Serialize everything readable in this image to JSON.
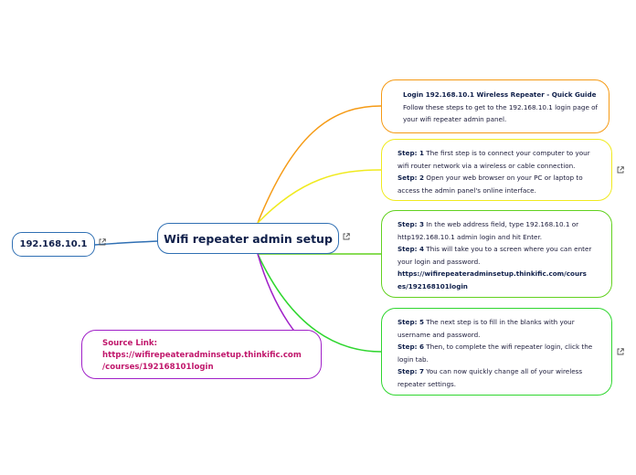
{
  "central": {
    "title": "Wifi repeater admin setup"
  },
  "ip_node": {
    "label": "192.168.10.1"
  },
  "source": {
    "line1": "Source Link:",
    "line2": "https://wifirepeateradminsetup.thinkific.com",
    "line3": "/courses/192168101login"
  },
  "box1": {
    "title": "Login 192.168.10.1 Wireless Repeater - Quick Guide",
    "line1": "Follow these steps to get to the 192.168.10.1 login page of",
    "line2": "your wifi repeater admin panel."
  },
  "box2": {
    "s1_label": "Step: 1",
    "s1_l1": " The first step is to connect your computer to your",
    "s1_l2": "wifi router network via a wireless or cable connection.",
    "s2_label": "Setp: 2",
    "s2_l1": " Open your web browser on your PC or laptop to",
    "s2_l2": "access the admin panel's online interface."
  },
  "box3": {
    "s3_label": "Step: 3",
    "s3_l1": " In the web address field, type 192.168.10.1 or",
    "s3_l2": "http192.168.10.1 admin login and hit Enter.",
    "s4_label": "Step: 4",
    "s4_l1": " This will take you to a screen where you can enter",
    "s4_l2": "your login and password.",
    "url_l1": "https://wifirepeateradminsetup.thinkific.com/cours",
    "url_l2": "es/192168101login"
  },
  "box4": {
    "s5_label": "Step: 5",
    "s5_l1": " The next step is to fill in the blanks with your",
    "s5_l2": "username and password.",
    "s6_label": "Step: 6",
    "s6_l1": " Then, to complete the wifi repeater login, click the",
    "s6_l2": "login tab.",
    "s7_label": "Step: 7",
    "s7_l1": " You can now quickly change all of your wireless",
    "s7_l2": "repeater settings."
  },
  "colors": {
    "central_border": "#2f6fb3",
    "orange": "#f59a14",
    "yellow": "#f0ea1f",
    "green_light": "#62d11f",
    "green": "#2fd62f",
    "purple": "#a020c8",
    "blue_link": "#2f6fb3",
    "source_text": "#c0166b"
  },
  "icons": [
    "external-link-icon"
  ]
}
